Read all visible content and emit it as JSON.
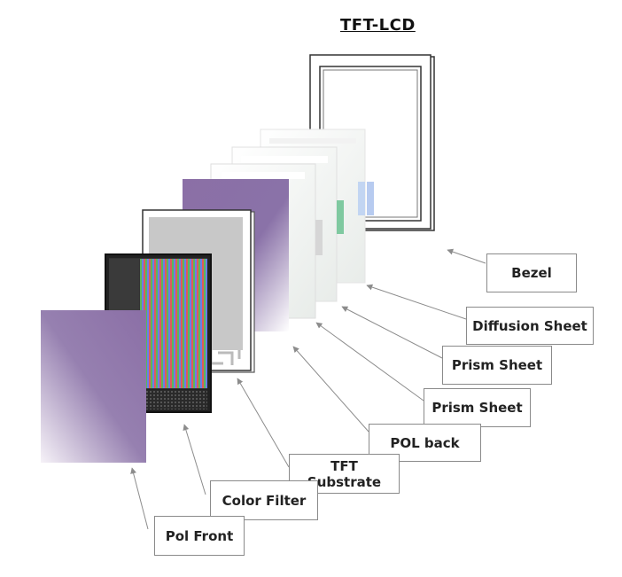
{
  "title": "TFT-LCD",
  "labels": {
    "bezel": "Bezel",
    "diffusion_sheet": "Diffusion Sheet",
    "prism_sheet_1": "Prism Sheet",
    "prism_sheet_2": "Prism Sheet",
    "pol_back": "POL back",
    "tft_substrate": "TFT\nSubstrate",
    "color_filter": "Color Filter",
    "pol_front": "Pol Front"
  },
  "colors": {
    "polarizer": "#8a6fa5",
    "leader": "#8c8c8c",
    "label_border": "#8a8a8a",
    "green_accent": "#7fc9a0",
    "blue_accent": "#b7cbf0"
  }
}
